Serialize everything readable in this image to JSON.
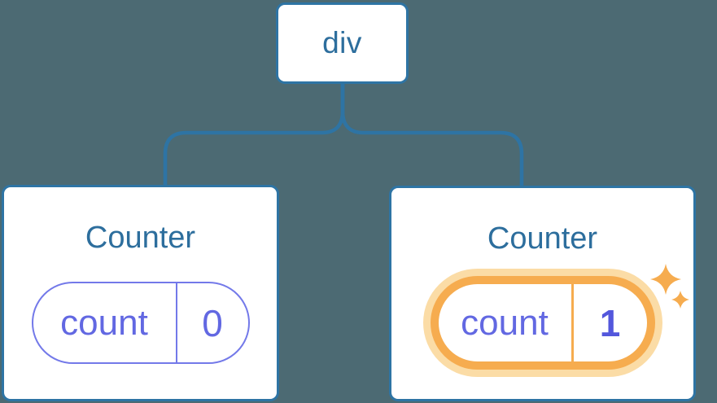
{
  "diagram": {
    "description": "React component tree diagram: a div root with two Counter children holding count state",
    "root": {
      "label": "div"
    },
    "children": [
      {
        "title": "Counter",
        "state": {
          "name": "count",
          "value": "0"
        },
        "highlighted": false
      },
      {
        "title": "Counter",
        "state": {
          "name": "count",
          "value": "1"
        },
        "highlighted": true
      }
    ]
  },
  "colors": {
    "background": "#4C6A73",
    "node_fill": "#FFFFFF",
    "node_border_blue": "#2E74A4",
    "text_blue": "#2D6E9D",
    "pill_border_purple": "#7379E9",
    "pill_text_purple": "#6268E2",
    "pill_value_bold_purple": "#5357DC",
    "highlight_orange": "#F6AC4F",
    "highlight_glow": "#FBDCA6"
  }
}
